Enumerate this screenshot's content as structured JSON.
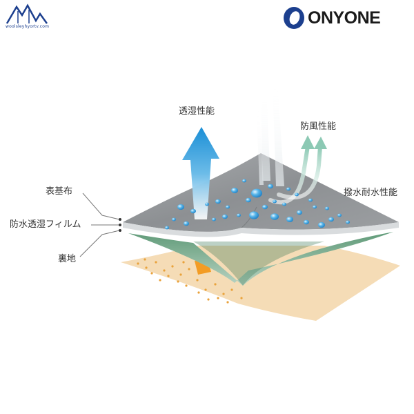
{
  "site_logo": {
    "icon": "mountain-logo-icon",
    "text": "woolsleyhyortv.com"
  },
  "brand": {
    "text": "ONYONE",
    "accent": "#1c3f8e"
  },
  "labels": {
    "breathability": "透湿性能",
    "windproof": "防風性能",
    "water_repellency": "撥水耐水性能",
    "outer_fabric": "表基布",
    "membrane": "防水透湿フィルム",
    "lining": "裏地"
  },
  "colors": {
    "outer_fabric": "#8f9295",
    "membrane": "#7da68c",
    "lining": "#f5dcb6",
    "breathability_arrow": "#1b8fd6",
    "wind_arrow": "#8cc9b4",
    "water_drop": "#3fa3dd",
    "label_text": "#333333"
  }
}
